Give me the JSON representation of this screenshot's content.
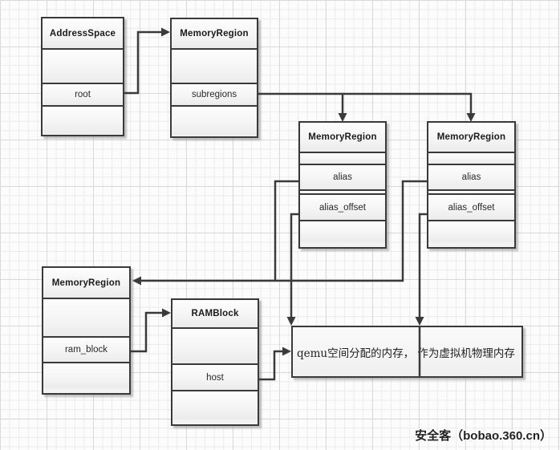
{
  "nodes": {
    "addressSpace": {
      "title": "AddressSpace",
      "fields": {
        "root": "root"
      }
    },
    "topMemoryRegion": {
      "title": "MemoryRegion",
      "fields": {
        "subregions": "subregions"
      }
    },
    "midLeftMemoryRegion": {
      "title": "MemoryRegion",
      "fields": {
        "alias": "alias",
        "aliasOffset": "alias_offset"
      }
    },
    "midRightMemoryRegion": {
      "title": "MemoryRegion",
      "fields": {
        "alias": "alias",
        "aliasOffset": "alias_offset"
      }
    },
    "bottomMemoryRegion": {
      "title": "MemoryRegion",
      "fields": {
        "ramBlock": "ram_block"
      }
    },
    "ramBlock": {
      "title": "RAMBlock",
      "fields": {
        "host": "host"
      }
    }
  },
  "note": {
    "text": "qemu空间分配的内存， 作为虚拟机物理内存"
  },
  "watermark": {
    "text": "安全客（bobao.360.cn）"
  },
  "colors": {
    "line": "#3a3a3a",
    "border": "#3a3a3a",
    "grid_minor": "#ebebeb",
    "grid_major": "#d9d9d9"
  }
}
